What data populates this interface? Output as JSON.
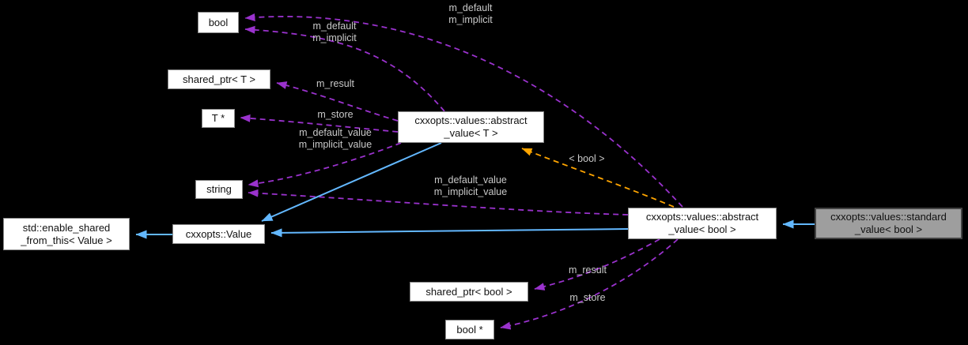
{
  "diagram_type": "doxygen-collaboration-graph",
  "colors": {
    "background": "#000000",
    "node_fill": "#ffffff",
    "node_border": "#8a8a8a",
    "current_node_fill": "#9e9e9e",
    "current_node_border": "#434343",
    "node_text": "#111111",
    "edge_label_text": "#c9c9c9",
    "usage_edge_purple": "#9a32cd",
    "inheritance_edge_blue": "#63b8ff",
    "template_instance_edge_orange": "#ffa500"
  },
  "nodes": {
    "bool": {
      "label_lines": [
        "bool"
      ]
    },
    "shared_ptr_t": {
      "label_lines": [
        "shared_ptr< T >"
      ]
    },
    "t_ptr": {
      "label_lines": [
        "T *"
      ]
    },
    "abstract_value_t": {
      "label_lines": [
        "cxxopts::values::abstract",
        "_value< T >"
      ]
    },
    "string": {
      "label_lines": [
        "string"
      ]
    },
    "enable_shared": {
      "label_lines": [
        "std::enable_shared",
        "_from_this< Value >"
      ]
    },
    "value": {
      "label_lines": [
        "cxxopts::Value"
      ]
    },
    "abstract_value_bool": {
      "label_lines": [
        "cxxopts::values::abstract",
        "_value< bool >"
      ]
    },
    "standard_value_bool": {
      "label_lines": [
        "cxxopts::values::standard",
        "_value< bool >"
      ]
    },
    "shared_ptr_bool": {
      "label_lines": [
        "shared_ptr< bool >"
      ]
    },
    "bool_ptr": {
      "label_lines": [
        "bool *"
      ]
    }
  },
  "edge_labels": {
    "default_implicit_top": {
      "lines": [
        "m_default",
        "m_implicit"
      ]
    },
    "default_implicit_mid": {
      "lines": [
        "m_default",
        "m_implicit"
      ]
    },
    "m_result_t": {
      "lines": [
        "m_result"
      ]
    },
    "m_store_t": {
      "lines": [
        "m_store"
      ]
    },
    "default_implicit_value_t": {
      "lines": [
        "m_default_value",
        "m_implicit_value"
      ]
    },
    "default_implicit_value_b": {
      "lines": [
        "m_default_value",
        "m_implicit_value"
      ]
    },
    "template_args": {
      "lines": [
        "< bool >"
      ]
    },
    "m_result_b": {
      "lines": [
        "m_result"
      ]
    },
    "m_store_b": {
      "lines": [
        "m_store"
      ]
    }
  },
  "relationships": [
    {
      "from": "abstract_value_t",
      "to": "bool",
      "style": "dashed",
      "color": "#9a32cd",
      "label": "m_default m_implicit"
    },
    {
      "from": "abstract_value_bool",
      "to": "bool",
      "style": "dashed",
      "color": "#9a32cd",
      "label": "m_default m_implicit"
    },
    {
      "from": "abstract_value_t",
      "to": "shared_ptr_t",
      "style": "dashed",
      "color": "#9a32cd",
      "label": "m_result"
    },
    {
      "from": "abstract_value_t",
      "to": "t_ptr",
      "style": "dashed",
      "color": "#9a32cd",
      "label": "m_store"
    },
    {
      "from": "abstract_value_t",
      "to": "string",
      "style": "dashed",
      "color": "#9a32cd",
      "label": "m_default_value m_implicit_value"
    },
    {
      "from": "abstract_value_bool",
      "to": "string",
      "style": "dashed",
      "color": "#9a32cd",
      "label": "m_default_value m_implicit_value"
    },
    {
      "from": "abstract_value_t",
      "to": "value",
      "style": "solid",
      "color": "#63b8ff",
      "label": ""
    },
    {
      "from": "abstract_value_bool",
      "to": "value",
      "style": "solid",
      "color": "#63b8ff",
      "label": ""
    },
    {
      "from": "value",
      "to": "enable_shared",
      "style": "solid",
      "color": "#63b8ff",
      "label": ""
    },
    {
      "from": "standard_value_bool",
      "to": "abstract_value_bool",
      "style": "solid",
      "color": "#63b8ff",
      "label": ""
    },
    {
      "from": "abstract_value_bool",
      "to": "abstract_value_t",
      "style": "dashed",
      "color": "#ffa500",
      "label": "< bool >"
    },
    {
      "from": "abstract_value_bool",
      "to": "shared_ptr_bool",
      "style": "dashed",
      "color": "#9a32cd",
      "label": "m_result"
    },
    {
      "from": "abstract_value_bool",
      "to": "bool_ptr",
      "style": "dashed",
      "color": "#9a32cd",
      "label": "m_store"
    }
  ]
}
